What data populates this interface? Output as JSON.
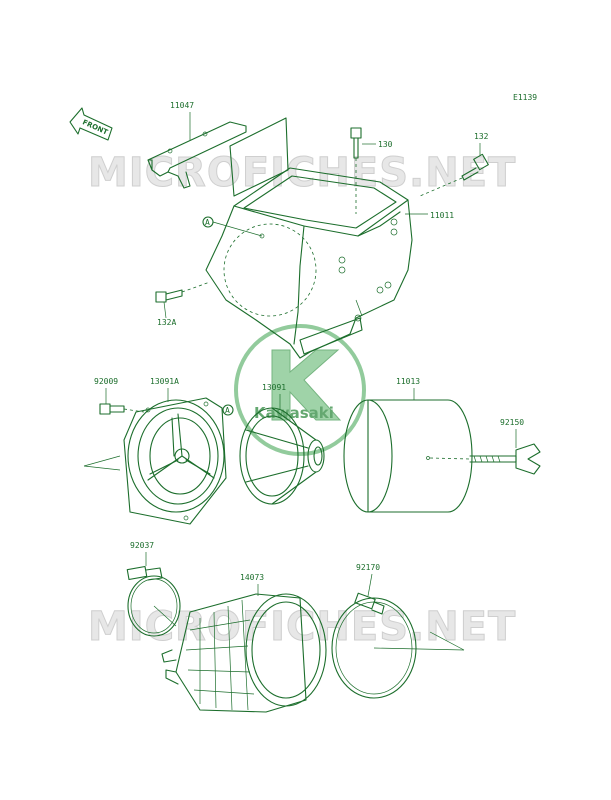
{
  "diagram_code": "E1139",
  "front_label": "FRONT",
  "watermark": "MICROFICHES.NET",
  "logo_text": "Kawasaki",
  "callout_marker": "A",
  "parts": {
    "bracket": "11047",
    "bolt_top": "130",
    "bolt_side": "132",
    "air_box": "11011",
    "bolt_lower": "132A",
    "screw": "92009",
    "holder": "13091A",
    "element_frame": "13091",
    "element": "11013",
    "wing_bolt": "92150",
    "clamp_small": "92037",
    "duct": "14073",
    "clamp_large": "92170"
  }
}
